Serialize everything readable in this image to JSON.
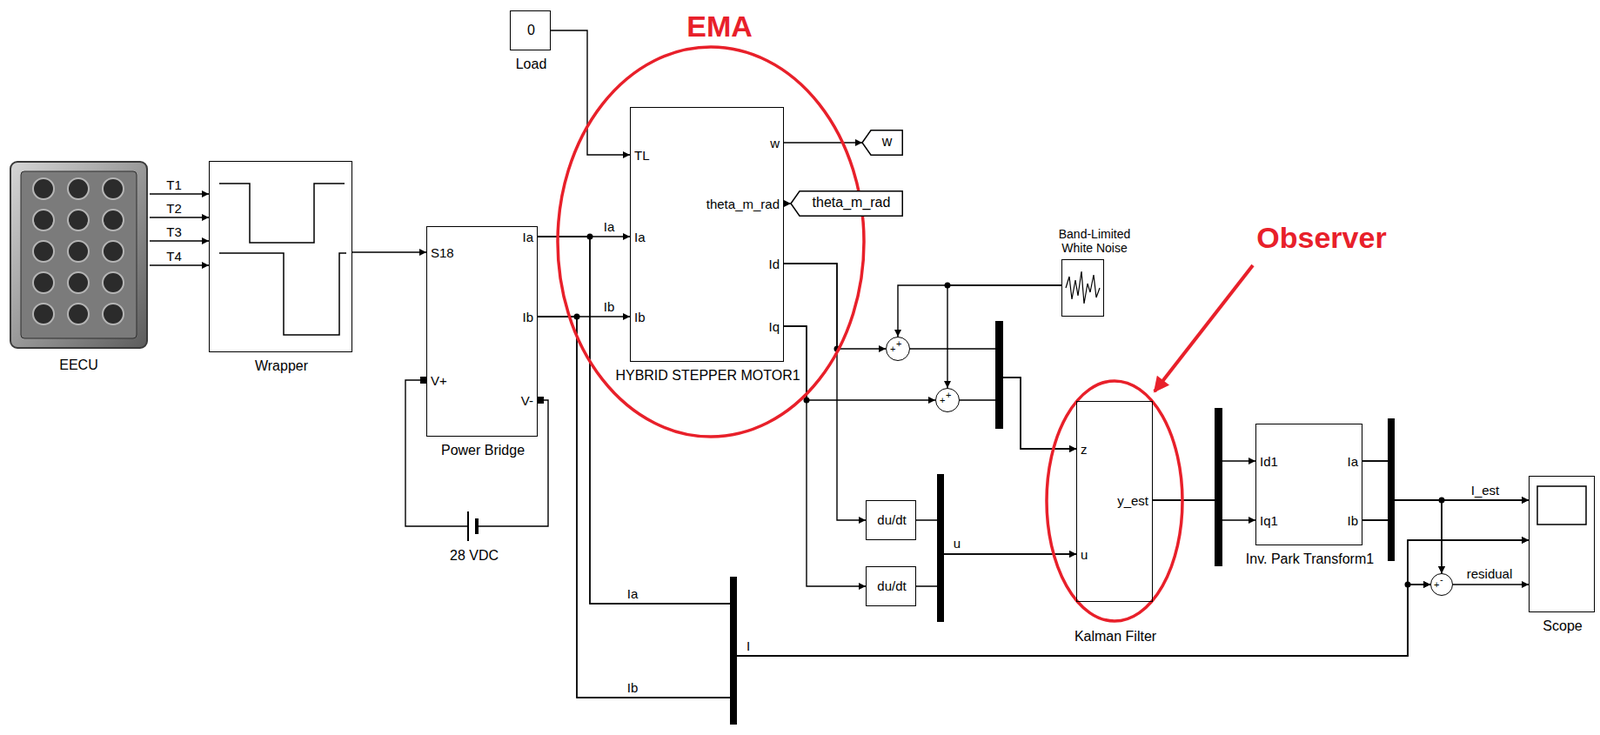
{
  "diagram": {
    "nodes": [
      {
        "text": [
          "EECU"
        ]
      },
      {
        "text": [
          "Wrapper"
        ]
      },
      {
        "text": [
          "S18",
          "Ia",
          "Ib",
          "V+",
          "V-",
          "Power Bridge"
        ]
      },
      {
        "text": [
          "28 VDC"
        ]
      },
      {
        "text": [
          "0",
          "Load"
        ]
      },
      {
        "text": [
          "EMA"
        ]
      },
      {
        "text": [
          "TL",
          "Ia",
          "Ib",
          "w",
          "theta_m_rad",
          "Id",
          "Iq",
          "HYBRID STEPPER MOTOR1"
        ],
        "in": 5
      },
      {
        "text": [
          "w"
        ]
      },
      {
        "text": [
          "theta_m_rad"
        ]
      },
      {
        "text": [
          "Band-Limited White Noise"
        ]
      },
      {
        "text": [
          "+",
          "+"
        ]
      },
      {
        "text": [
          "+",
          "+"
        ]
      },
      {
        "text": [
          "du/dt"
        ]
      },
      {
        "text": [
          "du/dt"
        ]
      },
      {
        "text": [
          "Observer"
        ]
      },
      {
        "text": [
          "z",
          "u",
          "y_est",
          "Kalman Filter"
        ],
        "in": 14
      },
      {
        "text": [
          "Id1",
          "Iq1",
          "Ia",
          "Ib",
          "Inv. Park Transform1"
        ]
      },
      {
        "text": [
          "+",
          "-"
        ]
      },
      {
        "text": [
          "Scope"
        ]
      }
    ],
    "edges": [
      {
        "from": 0,
        "to": 1,
        "arrow": "to",
        "label": "T1"
      },
      {
        "from": 0,
        "to": 1,
        "arrow": "to",
        "label": "T2"
      },
      {
        "from": 0,
        "to": 1,
        "arrow": "to",
        "label": "T3"
      },
      {
        "from": 0,
        "to": 1,
        "arrow": "to",
        "label": "T4"
      },
      {
        "from": 1,
        "to": 2,
        "arrow": "to"
      },
      {
        "from": 2,
        "to": 3,
        "arrow": "none"
      },
      {
        "from": 2,
        "to": 3,
        "arrow": "none"
      },
      {
        "from": 4,
        "to": 6,
        "arrow": "to"
      },
      {
        "from": 2,
        "to": 6,
        "arrow": "to",
        "label": "Ia"
      },
      {
        "from": 2,
        "to": 6,
        "arrow": "to",
        "label": "Ib"
      },
      {
        "from": 6,
        "to": 7,
        "arrow": "to"
      },
      {
        "from": 6,
        "to": 8,
        "arrow": "to"
      },
      {
        "from": 6,
        "to": 10,
        "arrow": "to"
      },
      {
        "from": 6,
        "to": 12,
        "arrow": "to"
      },
      {
        "from": 6,
        "to": 11,
        "arrow": "to"
      },
      {
        "from": 6,
        "to": 13,
        "arrow": "to"
      },
      {
        "from": 9,
        "to": 10,
        "arrow": "to"
      },
      {
        "from": 9,
        "to": 11,
        "arrow": "to"
      },
      {
        "from": 10,
        "to": 15,
        "arrow": "to"
      },
      {
        "from": 11,
        "to": 15,
        "arrow": "to"
      },
      {
        "from": 12,
        "to": 15,
        "arrow": "to"
      },
      {
        "from": 13,
        "to": 15,
        "arrow": "to"
      },
      {
        "from": 15,
        "to": 16,
        "arrow": "to"
      },
      {
        "from": 15,
        "to": 16,
        "arrow": "to"
      },
      {
        "from": 16,
        "to": 18,
        "arrow": "to"
      },
      {
        "from": 16,
        "to": 18,
        "arrow": "to"
      },
      {
        "from": 16,
        "to": 17,
        "arrow": "to"
      },
      {
        "from": 16,
        "to": 17,
        "arrow": "to"
      },
      {
        "from": 2,
        "to": 17,
        "arrow": "to",
        "label": "Ia"
      },
      {
        "from": 2,
        "to": 17,
        "arrow": "to",
        "label": "Ib"
      },
      {
        "from": 2,
        "to": 18,
        "arrow": "to"
      },
      {
        "from": 2,
        "to": 18,
        "arrow": "to"
      },
      {
        "from": 17,
        "to": 18,
        "arrow": "to",
        "label": "residual"
      }
    ],
    "labels": [
      "I",
      "u",
      "I_est"
    ]
  }
}
